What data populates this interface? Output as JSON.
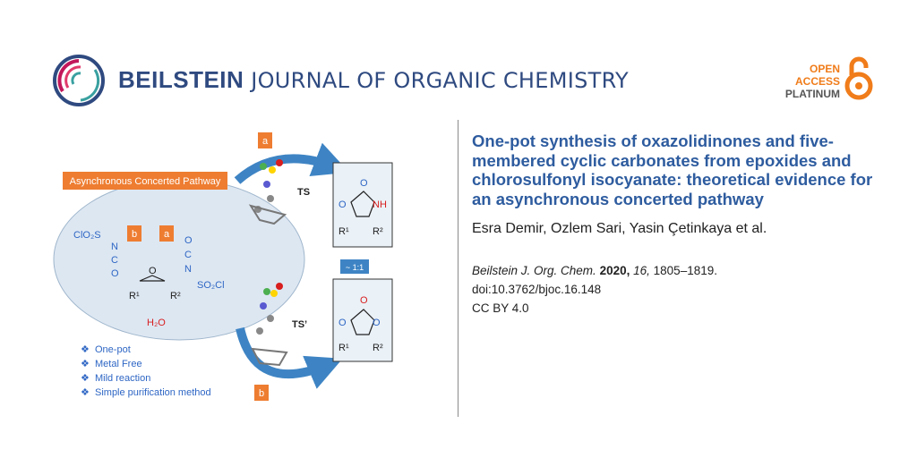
{
  "journal": {
    "name_bold": "BEILSTEIN",
    "name_rest": " JOURNAL OF ORGANIC CHEMISTRY"
  },
  "badge": {
    "line1": "OPEN",
    "line2": "ACCESS",
    "line3": "PLATINUM"
  },
  "article": {
    "title": "One-pot synthesis of oxazolidinones and five-membered cyclic carbonates from epoxides and chlorosulfonyl isocyanate: theoretical evidence for an asynchronous concerted pathway",
    "authors": "Esra Demir, Ozlem Sari, Yasin Çetinkaya et al.",
    "journal_abbrev": "Beilstein J. Org. Chem.",
    "year": "2020,",
    "volume": "16,",
    "pages": " 1805–1819.",
    "doi": "doi:10.3762/bjoc.16.148",
    "license": "CC BY 4.0"
  },
  "graphic": {
    "pathway_label": "Asynchronous Concerted Pathway",
    "label_a": "a",
    "label_b": "b",
    "ts_label": "TS",
    "ts2_label": "TS’",
    "ratio": "~ 1:1",
    "reagent_left": "ClO₂S",
    "reagent_right": "SO₂Cl",
    "n_label": "N",
    "c_label": "C",
    "o_label": "O",
    "r1": "R¹",
    "r2": "R²",
    "water": "H₂O",
    "product_nh": "NH",
    "bullets": [
      "One-pot",
      "Metal Free",
      "Mild reaction",
      "Simple purification method"
    ]
  },
  "colors": {
    "brand": "#2f4a80",
    "title": "#2e5c9f",
    "orange": "#f07c1a",
    "arrow": "#3e84c4",
    "chem_blue": "#2e66c4",
    "red": "#d81e1e"
  }
}
